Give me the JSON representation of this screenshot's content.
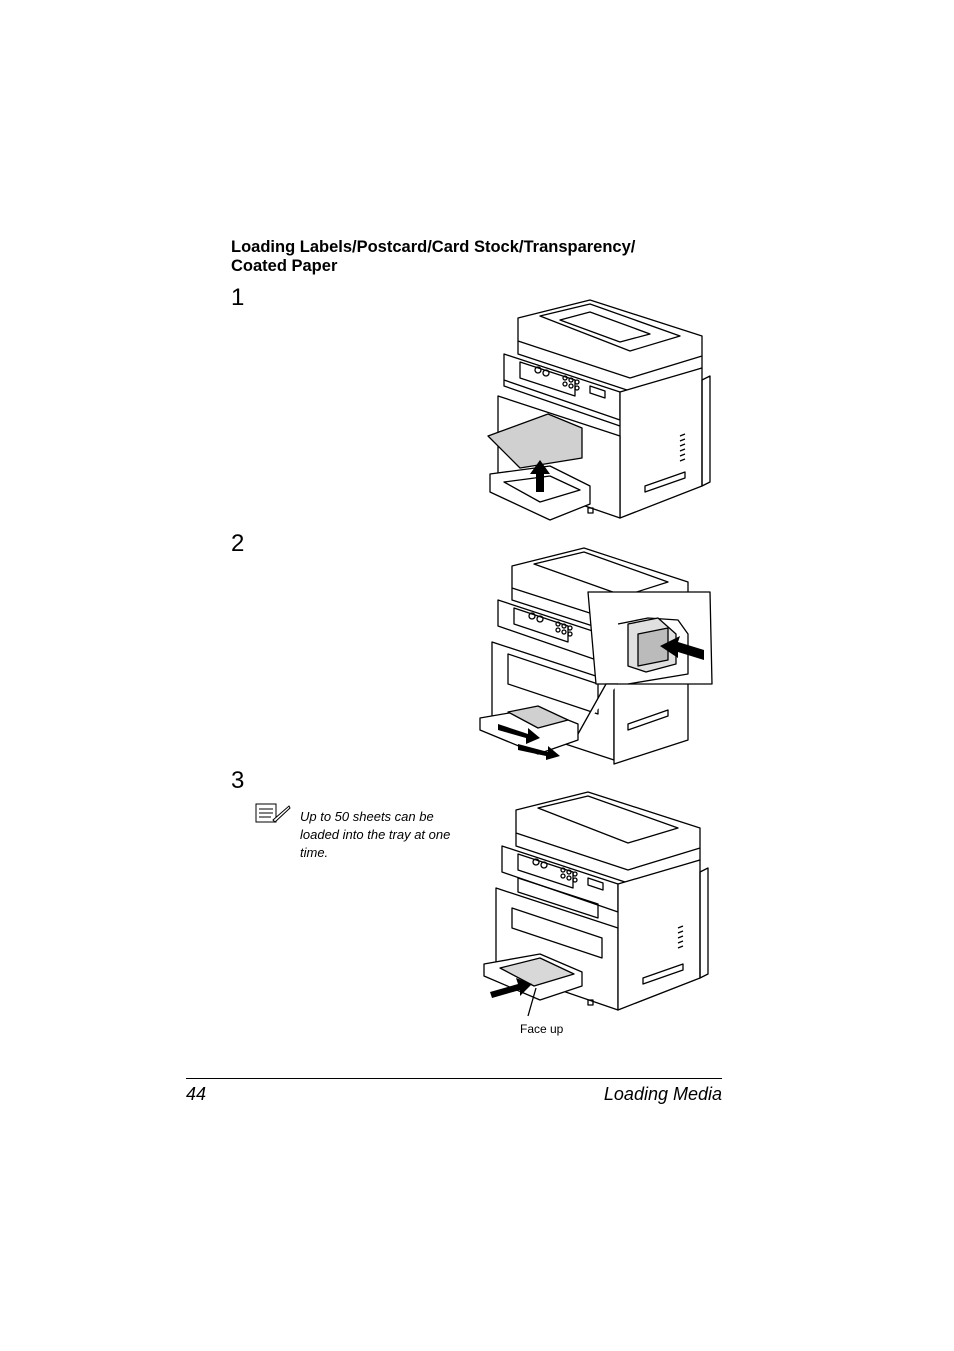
{
  "heading": "Loading Labels/Postcard/Card Stock/Transparency/\nCoated Paper",
  "heading_lines": [
    "Loading Labels/Postcard/Card Stock/Transparency/",
    "Coated Paper"
  ],
  "steps": [
    {
      "number": "1"
    },
    {
      "number": "2"
    },
    {
      "number": "3"
    }
  ],
  "note": {
    "icon": "note-pencil-icon",
    "text": "Up to 50 sheets can be loaded into the tray at one time."
  },
  "figure3": {
    "callout": "Face up"
  },
  "footer": {
    "page_number": "44",
    "section_title": "Loading Media"
  }
}
